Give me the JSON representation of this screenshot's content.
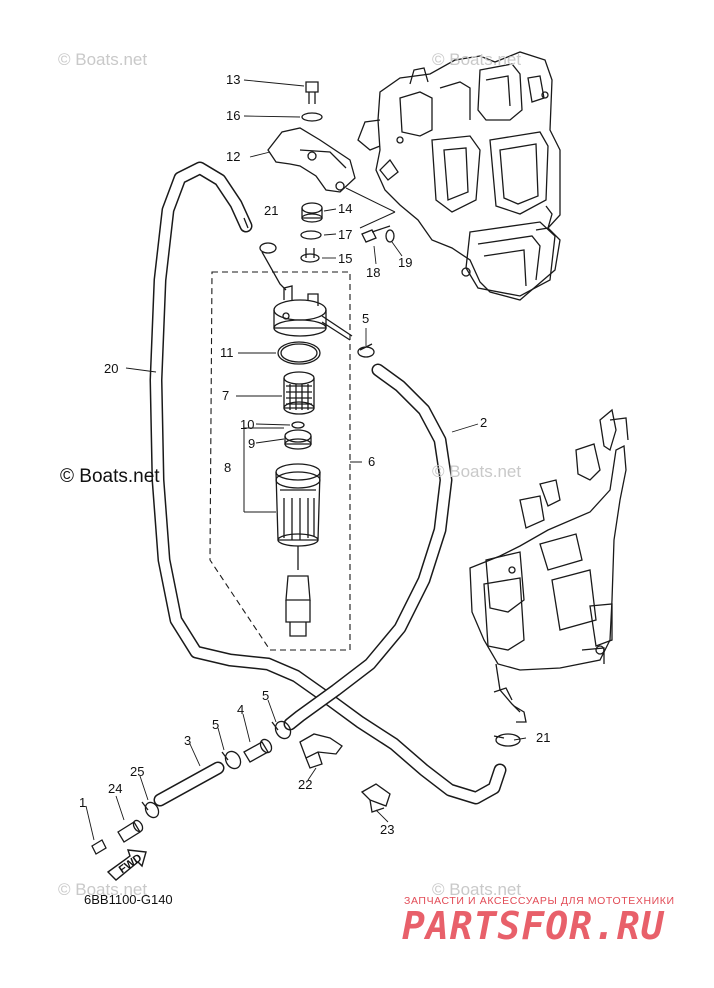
{
  "watermarks": [
    "© Boats.net",
    "© Boats.net",
    "© Boats.net",
    "© Boats.net",
    "© Boats.net"
  ],
  "copyright": "© Boats.net",
  "diagram_code": "6BB1100-G140",
  "brand": {
    "tagline": "ЗАПЧАСТИ И АКСЕССУАРЫ ДЛЯ МОТОТЕХНИКИ",
    "logo": "PARTSFOR.RU"
  },
  "fwd_label": "FWD",
  "callouts": {
    "c13": "13",
    "c16": "16",
    "c12": "12",
    "c14": "14",
    "c17": "17",
    "c15": "15",
    "c18": "18",
    "c19": "19",
    "c21a": "21",
    "c5a": "5",
    "c11": "11",
    "c7": "7",
    "c10": "10",
    "c9": "9",
    "c8": "8",
    "c6": "6",
    "c20": "20",
    "c2": "2",
    "c5b": "5",
    "c5c": "5",
    "c4": "4",
    "c3": "3",
    "c25": "25",
    "c24": "24",
    "c1": "1",
    "c22": "22",
    "c23": "23",
    "c21b": "21"
  }
}
